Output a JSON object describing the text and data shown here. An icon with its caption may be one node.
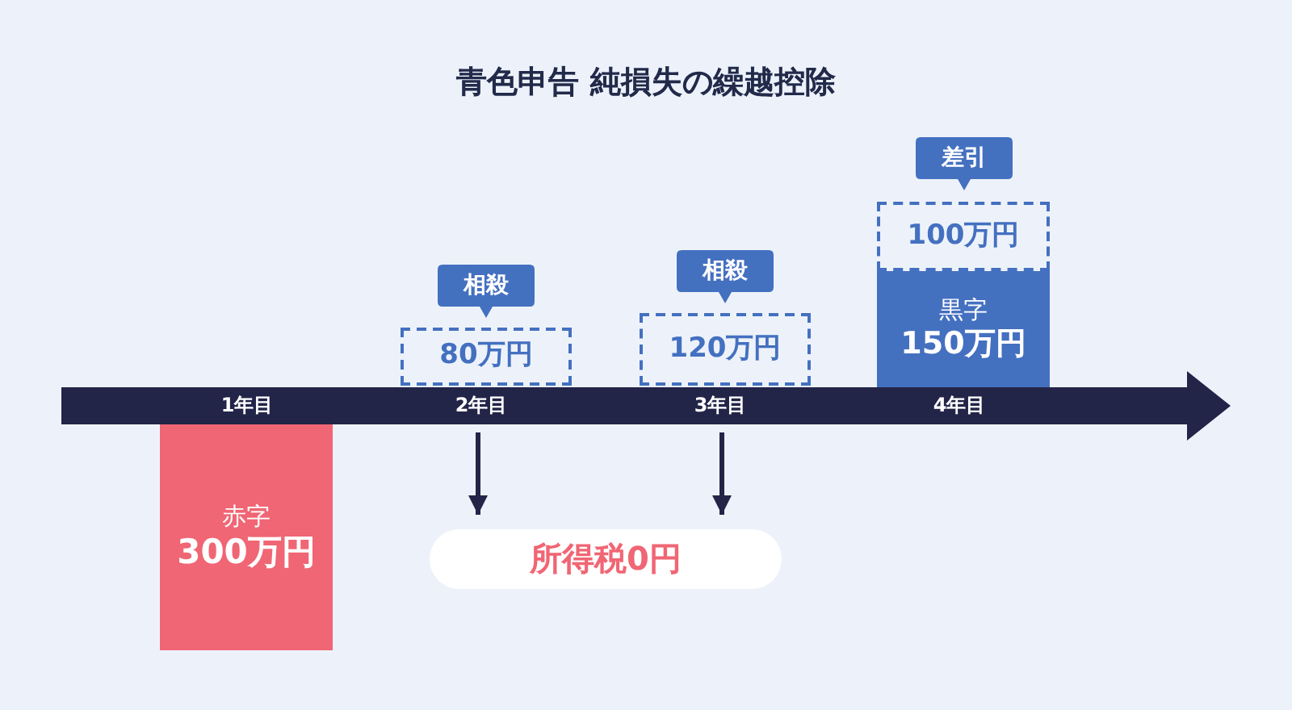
{
  "diagram": {
    "title": "青色申告 純損失の繰越控除",
    "nodes": [
      {
        "text": [
          "赤字",
          "300万円"
        ]
      },
      {
        "text": [
          "相殺"
        ]
      },
      {
        "text": [
          "80万円"
        ]
      },
      {
        "text": [
          "相殺"
        ]
      },
      {
        "text": [
          "120万円"
        ]
      },
      {
        "text": [
          "差引"
        ]
      },
      {
        "text": [
          "100万円"
        ]
      },
      {
        "text": [
          "黒字",
          "150万円"
        ]
      },
      {
        "text": [
          "所得税0円"
        ]
      }
    ],
    "edges": [
      {
        "from": null,
        "to": 8,
        "arrow": "to"
      },
      {
        "from": null,
        "to": 8,
        "arrow": "to"
      }
    ],
    "labels": [
      "1年目",
      "2年目",
      "3年目",
      "4年目"
    ]
  }
}
